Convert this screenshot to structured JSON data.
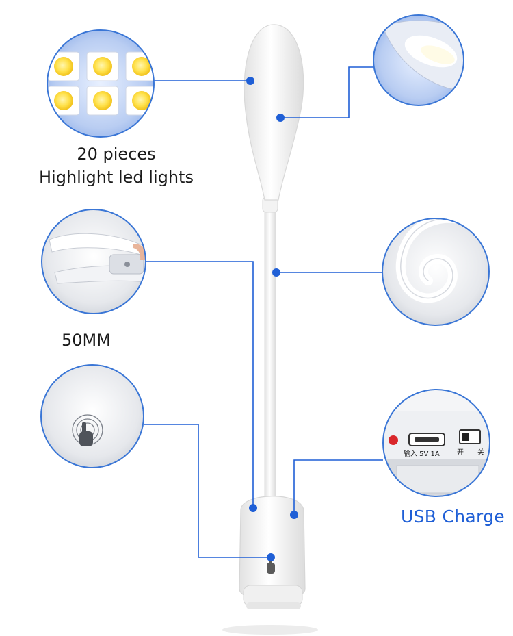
{
  "labels": {
    "leds_count": "20 pieces",
    "leds_desc": "Highlight led lights",
    "clip_size": "50MM",
    "usb": "USB Charge"
  },
  "usb_panel": {
    "input_text": "输入 5V 1A",
    "switch_on": "开",
    "switch_off": "关"
  },
  "colors": {
    "callout_line": "#1f5fd6",
    "callout_dot": "#1f5fd6",
    "circle_border": "#3a76d6",
    "usb_label": "#1f5fd6",
    "led_yellow": "#ffe14a",
    "lamp_body": "#f4f4f4"
  }
}
